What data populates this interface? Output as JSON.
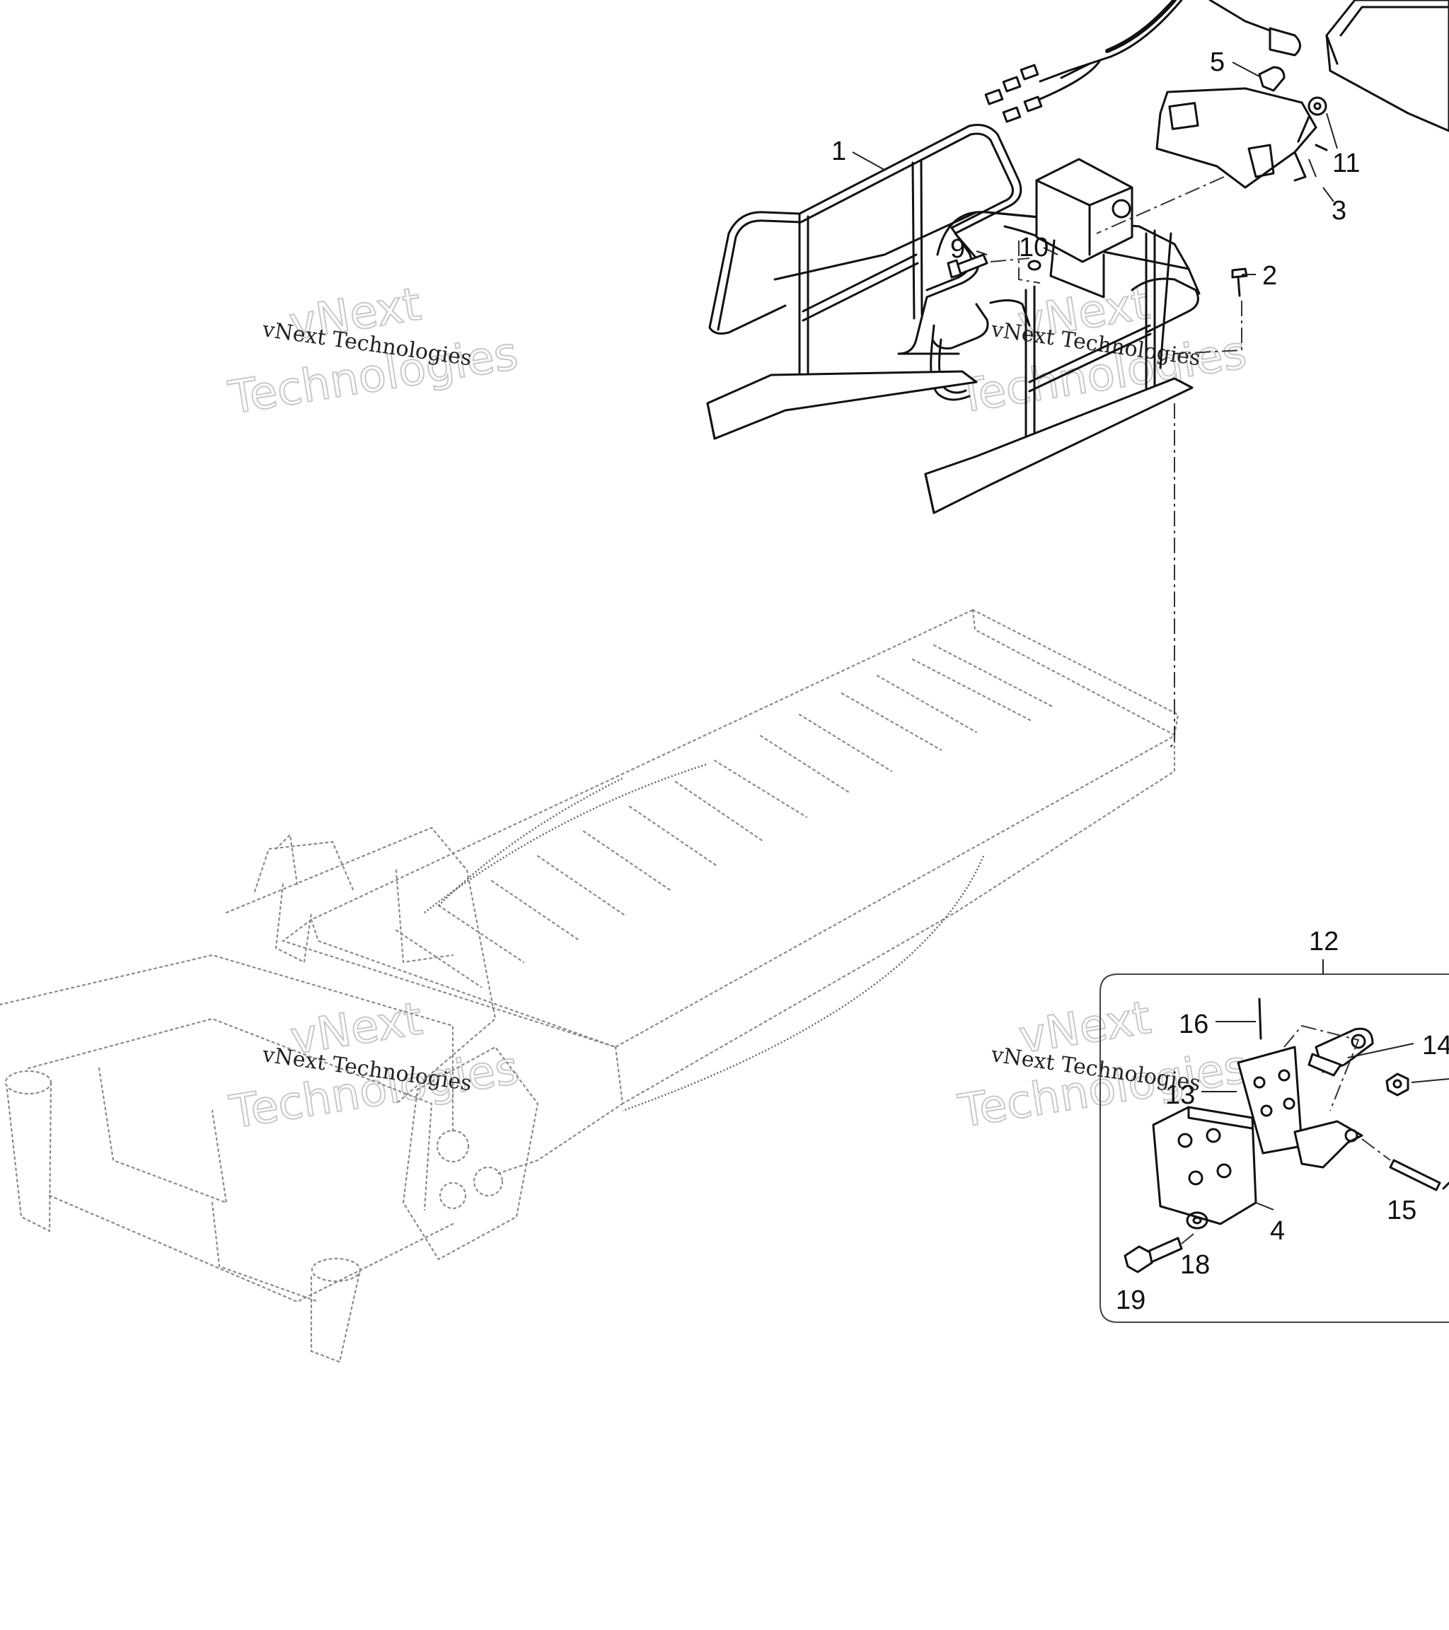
{
  "diagram": {
    "callouts": [
      "1",
      "2",
      "3",
      "4",
      "5",
      "9",
      "10",
      "11",
      "12",
      "13",
      "14",
      "15",
      "16",
      "18",
      "19"
    ],
    "watermarks": [
      {
        "line1": "vNext Technologies",
        "line2": "vNext",
        "line3": "Technologies"
      },
      {
        "line1": "vNext Technologies",
        "line2": "vNext",
        "line3": "Technologies"
      },
      {
        "line1": "vNext Technologies",
        "line2": "vNext",
        "line3": "Technologies"
      },
      {
        "line1": "vNext Technologies",
        "line2": "vNext",
        "line3": "Technologies"
      }
    ]
  }
}
